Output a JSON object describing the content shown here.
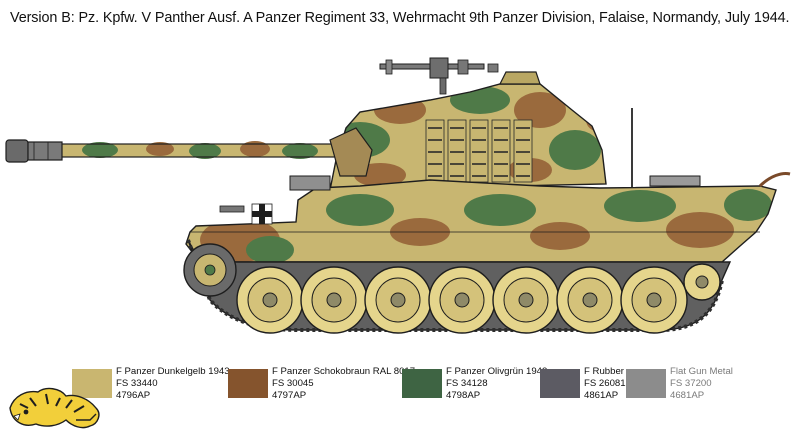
{
  "title": "Version B: Pz. Kpfw. V Panther Ausf. A Panzer Regiment 33, Wehrmacht 9th Panzer Division, Falaise, Normandy, July 1944.",
  "illustration": {
    "icon": "panther-tank-profile-icon",
    "colors": {
      "base": "#c8b671",
      "brown": "#9a6a3d",
      "green": "#4f7a48",
      "track": "#555555",
      "outline": "#1e1e1e"
    }
  },
  "legend": [
    {
      "name": "F Panzer Dunkelgelb 1943",
      "fs": "FS 33440",
      "code": "4796AP",
      "color": "#c9b670"
    },
    {
      "name": "F Panzer Schokobraun RAL 8017",
      "fs": "FS 30045",
      "code": "4797AP",
      "color": "#85542d"
    },
    {
      "name": "F Panzer Olivgrün 1943",
      "fs": "FS 34128",
      "code": "4798AP",
      "color": "#3e6443"
    },
    {
      "name": "F Rubber",
      "fs": "FS 26081",
      "code": "4861AP",
      "color": "#5c5b63"
    },
    {
      "name": "Flat Gun Metal",
      "fs": "FS 37200",
      "code": "4681AP",
      "color": "#8c8c8c"
    }
  ],
  "logo": {
    "icon": "tiger-logo-icon",
    "color": "#f2cf3a"
  }
}
